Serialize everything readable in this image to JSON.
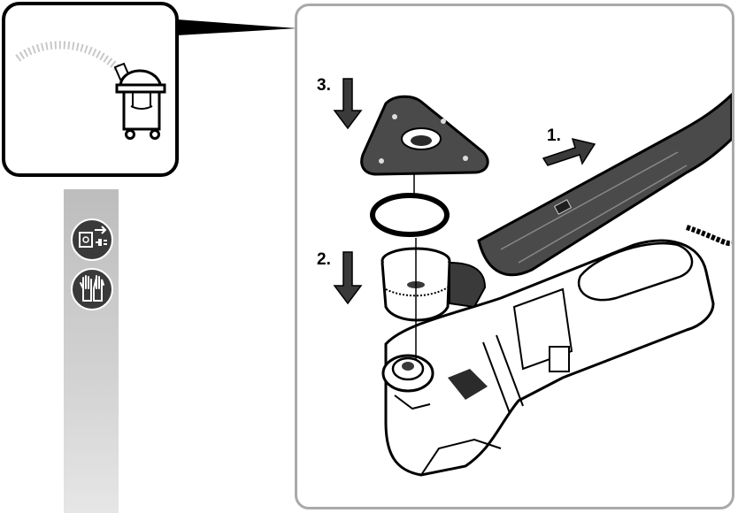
{
  "steps": {
    "step1": "1.",
    "step2": "2.",
    "step3": "3."
  },
  "icons": {
    "unplug": "unplug-before-service-icon",
    "gloves": "wear-gloves-icon",
    "vacuum": "dust-extractor-icon"
  },
  "colors": {
    "frame_dark": "#000000",
    "frame_light": "#a9a9a9",
    "sidebar": "#c8c8c8",
    "accent_dark": "#3a3a3a"
  }
}
